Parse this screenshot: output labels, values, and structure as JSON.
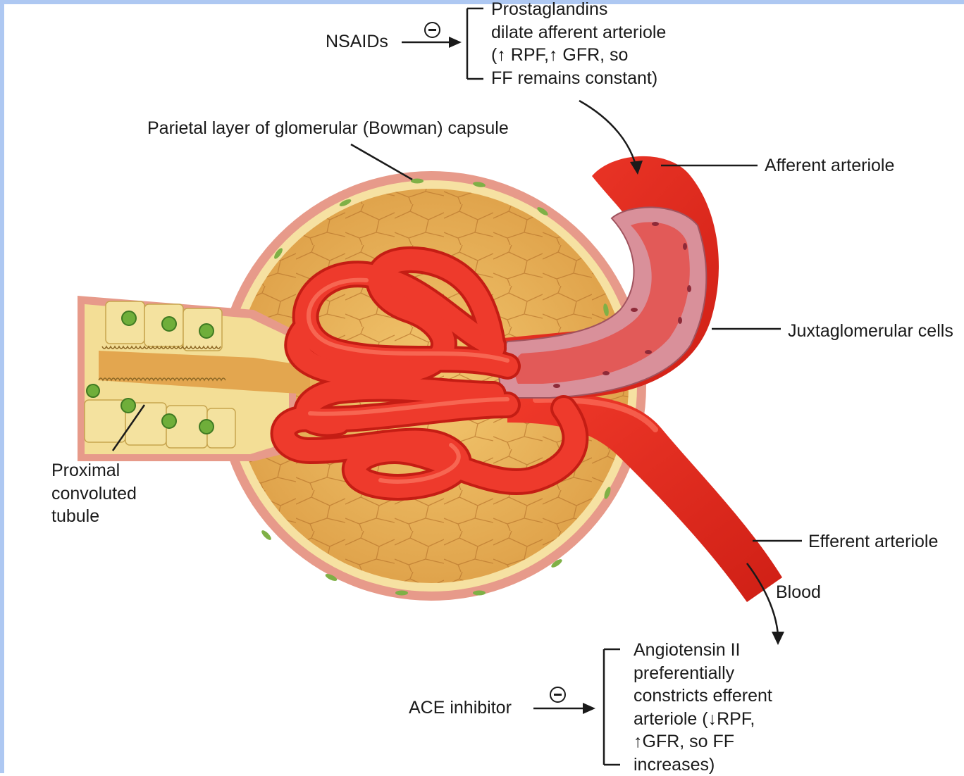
{
  "labels": {
    "nsaids": "NSAIDs",
    "prostaglandins": [
      "Prostaglandins",
      "dilate afferent arteriole",
      "(↑ RPF,↑ GFR, so",
      "FF remains constant)"
    ],
    "parietal_layer": "Parietal layer of glomerular (Bowman) capsule",
    "afferent_arteriole": "Afferent arteriole",
    "juxtaglomerular_cells": "Juxtaglomerular cells",
    "proximal_tubule": [
      "Proximal",
      "convoluted",
      "tubule"
    ],
    "efferent_arteriole": "Efferent arteriole",
    "blood": "Blood",
    "ace_inhibitor": "ACE inhibitor",
    "angiotensin": [
      "Angiotensin II",
      "preferentially",
      "constricts efferent",
      "arteriole (↓RPF,",
      "↑GFR, so FF",
      "increases)"
    ]
  },
  "colors": {
    "frame": "#aec8f2",
    "capsule_fill": "#e9b25a",
    "capsule_wall": "#e79a8a",
    "vessel": "#e8271c",
    "vessel_highlight": "#ff6b57",
    "jg_wall": "#d9909a",
    "cell_fill": "#f2e19a",
    "nucleus": "#6fae3a"
  }
}
